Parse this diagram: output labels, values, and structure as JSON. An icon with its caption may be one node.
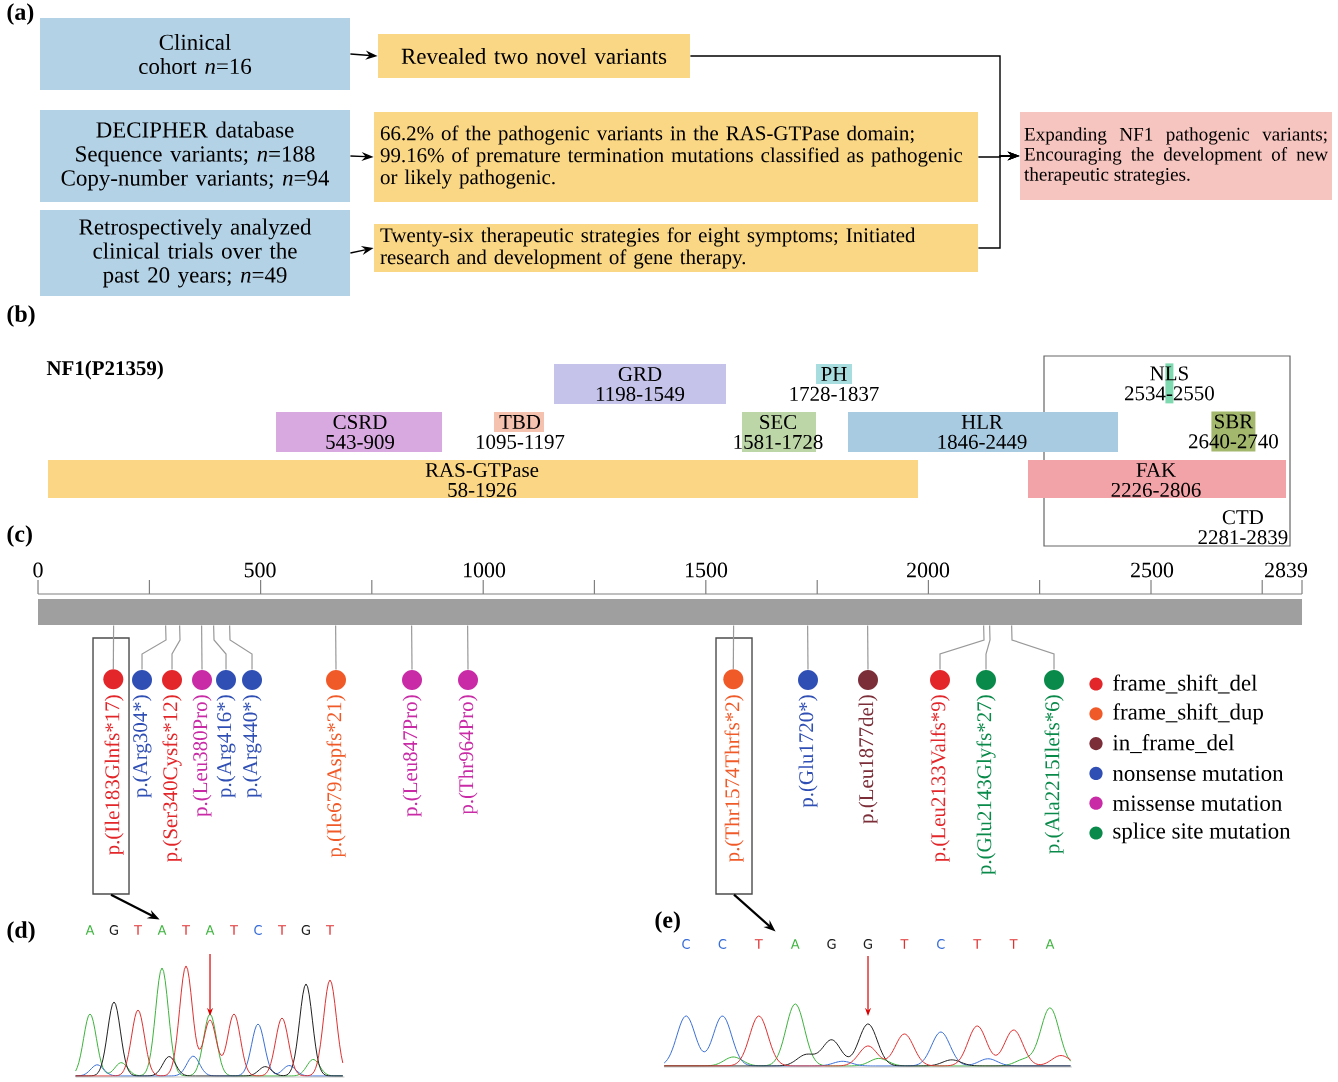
{
  "diagram": {
    "nodes": [
      {
        "text": [
          "Clinical cohort *n*=16"
        ]
      },
      {
        "text": [
          "DECIPHER database Sequence variants; *n*=188 Copy-number variants; *n*=94"
        ]
      },
      {
        "text": [
          "Retrospectively analyzed clinical trials over the past 20 years; *n*=49"
        ]
      },
      {
        "text": [
          "Revealed two novel variants"
        ]
      },
      {
        "text": [
          "66.2% of the pathogenic variants in the RAS-GTPase domain; 99.16% of premature termination mutations classified as pathogenic or likely pathogenic."
        ]
      },
      {
        "text": [
          "Twenty-six therapeutic strategies for eight symptoms; Initiated research and development of gene therapy."
        ]
      },
      {
        "text": [
          "Expanding NF1 pathogenic variants; Encouraging the development of new therapeutic strategies."
        ]
      },
      {
        "text": [
          "GRD",
          "1198-1549"
        ]
      },
      {
        "text": [
          "PH",
          "1728-1837"
        ]
      },
      {
        "text": [
          "CSRD",
          "543-909"
        ]
      },
      {
        "text": [
          "TBD",
          "1095-1197"
        ]
      },
      {
        "text": [
          "SEC",
          "1581-1728"
        ]
      },
      {
        "text": [
          "HLR",
          "1846-2449"
        ]
      },
      {
        "text": [
          "RAS-GTPase",
          "58-1926"
        ]
      },
      {
        "text": [
          "CTD",
          "2281-2839"
        ]
      },
      {
        "text": [
          "NLS",
          "2534-2550"
        ],
        "in": 14
      },
      {
        "text": [
          "SBR",
          "2640-2740"
        ],
        "in": 14
      },
      {
        "text": [
          "FAK",
          "2226-2806"
        ]
      },
      {
        "text": [],
        "shape": "bar"
      },
      {
        "text": [],
        "shape": "box"
      },
      {
        "text": [],
        "shape": "circle",
        "in": 19,
        "beside": [
          "p.(Ile183Glnfs*17)"
        ]
      },
      {
        "text": [],
        "shape": "circle",
        "beside": [
          "p.(Arg304*)"
        ]
      },
      {
        "text": [],
        "shape": "circle",
        "beside": [
          "p.(Ser340Cysfs*12)"
        ]
      },
      {
        "text": [],
        "shape": "circle",
        "beside": [
          "p.(Leu380Pro)"
        ]
      },
      {
        "text": [],
        "shape": "circle",
        "beside": [
          "p.(Arg416*)"
        ]
      },
      {
        "text": [],
        "shape": "circle",
        "beside": [
          "p.(Arg440*)"
        ]
      },
      {
        "text": [],
        "shape": "circle",
        "beside": [
          "p.(Ile679Aspfs*21)"
        ]
      },
      {
        "text": [],
        "shape": "circle",
        "beside": [
          "p.(Leu847Pro)"
        ]
      },
      {
        "text": [],
        "shape": "circle",
        "beside": [
          "p.(Thr964Pro)"
        ]
      },
      {
        "text": [],
        "shape": "box"
      },
      {
        "text": [],
        "shape": "circle",
        "in": 29,
        "beside": [
          "p.(Thr1574Thrfs*2)"
        ]
      },
      {
        "text": [],
        "shape": "circle",
        "beside": [
          "p.(Glu1720*)"
        ]
      },
      {
        "text": [],
        "shape": "circle",
        "beside": [
          "p.(Leu1877del)"
        ]
      },
      {
        "text": [],
        "shape": "circle",
        "beside": [
          "p.(Leu2133Valfs*9)"
        ]
      },
      {
        "text": [],
        "shape": "circle",
        "beside": [
          "p.(Glu2143Glyfs*27)"
        ]
      },
      {
        "text": [],
        "shape": "circle",
        "beside": [
          "p.(Ala2215Ilefs*6)"
        ]
      },
      {
        "text": [],
        "shape": "picture"
      },
      {
        "text": [],
        "shape": "picture"
      }
    ],
    "edges": [
      {
        "from": 0,
        "to": 3,
        "arrow": "to",
        "color": "#000000"
      },
      {
        "from": 1,
        "to": 4,
        "arrow": "to",
        "color": "#000000"
      },
      {
        "from": 2,
        "to": 5,
        "arrow": "to",
        "color": "#000000"
      },
      {
        "from": 3,
        "to": 6,
        "arrow": "to",
        "color": "#000000"
      },
      {
        "from": 4,
        "to": 6,
        "arrow": "to",
        "color": "#000000"
      },
      {
        "from": 5,
        "to": 6,
        "arrow": "to",
        "color": "#000000"
      },
      {
        "from": 18,
        "to": 20,
        "arrow": "none"
      },
      {
        "from": 18,
        "to": 21,
        "arrow": "none"
      },
      {
        "from": 18,
        "to": 22,
        "arrow": "none"
      },
      {
        "from": 18,
        "to": 23,
        "arrow": "none"
      },
      {
        "from": 18,
        "to": 24,
        "arrow": "none"
      },
      {
        "from": 18,
        "to": 25,
        "arrow": "none"
      },
      {
        "from": 18,
        "to": 26,
        "arrow": "none"
      },
      {
        "from": 18,
        "to": 27,
        "arrow": "none"
      },
      {
        "from": 18,
        "to": 28,
        "arrow": "none"
      },
      {
        "from": 18,
        "to": 30,
        "arrow": "none"
      },
      {
        "from": 18,
        "to": 31,
        "arrow": "none"
      },
      {
        "from": 18,
        "to": 32,
        "arrow": "none"
      },
      {
        "from": 18,
        "to": 33,
        "arrow": "none"
      },
      {
        "from": 18,
        "to": 34,
        "arrow": "none"
      },
      {
        "from": 18,
        "to": 35,
        "arrow": "none"
      },
      {
        "from": 19,
        "to": 36,
        "arrow": "to",
        "color": "#000000"
      },
      {
        "from": 29,
        "to": 37,
        "arrow": "to",
        "color": "#000000"
      }
    ],
    "labels": [
      "(a)",
      "(b)",
      "NF1(P21359)",
      "(c)",
      "0",
      "500",
      "1000",
      "1500",
      "2000",
      "2500",
      "2839",
      "(d)",
      "A",
      "G",
      "T",
      "A",
      "T",
      "A",
      "T",
      "C",
      "T",
      "G",
      "T",
      "(e)",
      "C",
      "C",
      "T",
      "A",
      "G",
      "G",
      "T",
      "C",
      "T",
      "T",
      "A"
    ],
    "legend": [
      {
        "text": "frame_shift_del",
        "color": "#e3262a"
      },
      {
        "text": "frame_shift_dup",
        "color": "#f05a28"
      },
      {
        "text": "in_frame_del",
        "color": "#7b2d38"
      },
      {
        "text": "nonsense mutation",
        "color": "#2f4fb5"
      },
      {
        "text": "missense mutation",
        "color": "#c92aa6"
      },
      {
        "text": "splice site mutation",
        "color": "#0a8a4a"
      }
    ]
  }
}
